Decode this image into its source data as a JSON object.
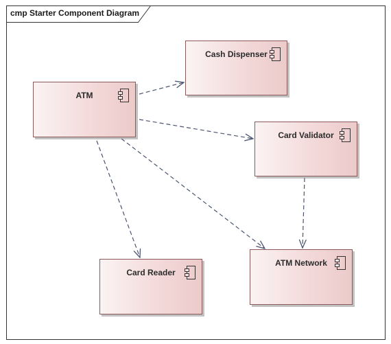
{
  "diagram": {
    "title": "cmp Starter Component Diagram",
    "components": [
      {
        "id": "atm",
        "label": "ATM"
      },
      {
        "id": "cash-dispenser",
        "label": "Cash Dispenser"
      },
      {
        "id": "card-validator",
        "label": "Card Validator"
      },
      {
        "id": "card-reader",
        "label": "Card Reader"
      },
      {
        "id": "atm-network",
        "label": "ATM Network"
      }
    ],
    "dependencies": [
      {
        "from": "ATM",
        "to": "Cash Dispenser"
      },
      {
        "from": "ATM",
        "to": "Card Validator"
      },
      {
        "from": "ATM",
        "to": "Card Reader"
      },
      {
        "from": "ATM",
        "to": "ATM Network"
      },
      {
        "from": "Card Validator",
        "to": "ATM Network"
      }
    ],
    "colors": {
      "component_fill_light": "#fbf3f3",
      "component_fill_dark": "#eccaca",
      "component_border": "#8a5a5a",
      "arrow": "#4a5470"
    }
  }
}
